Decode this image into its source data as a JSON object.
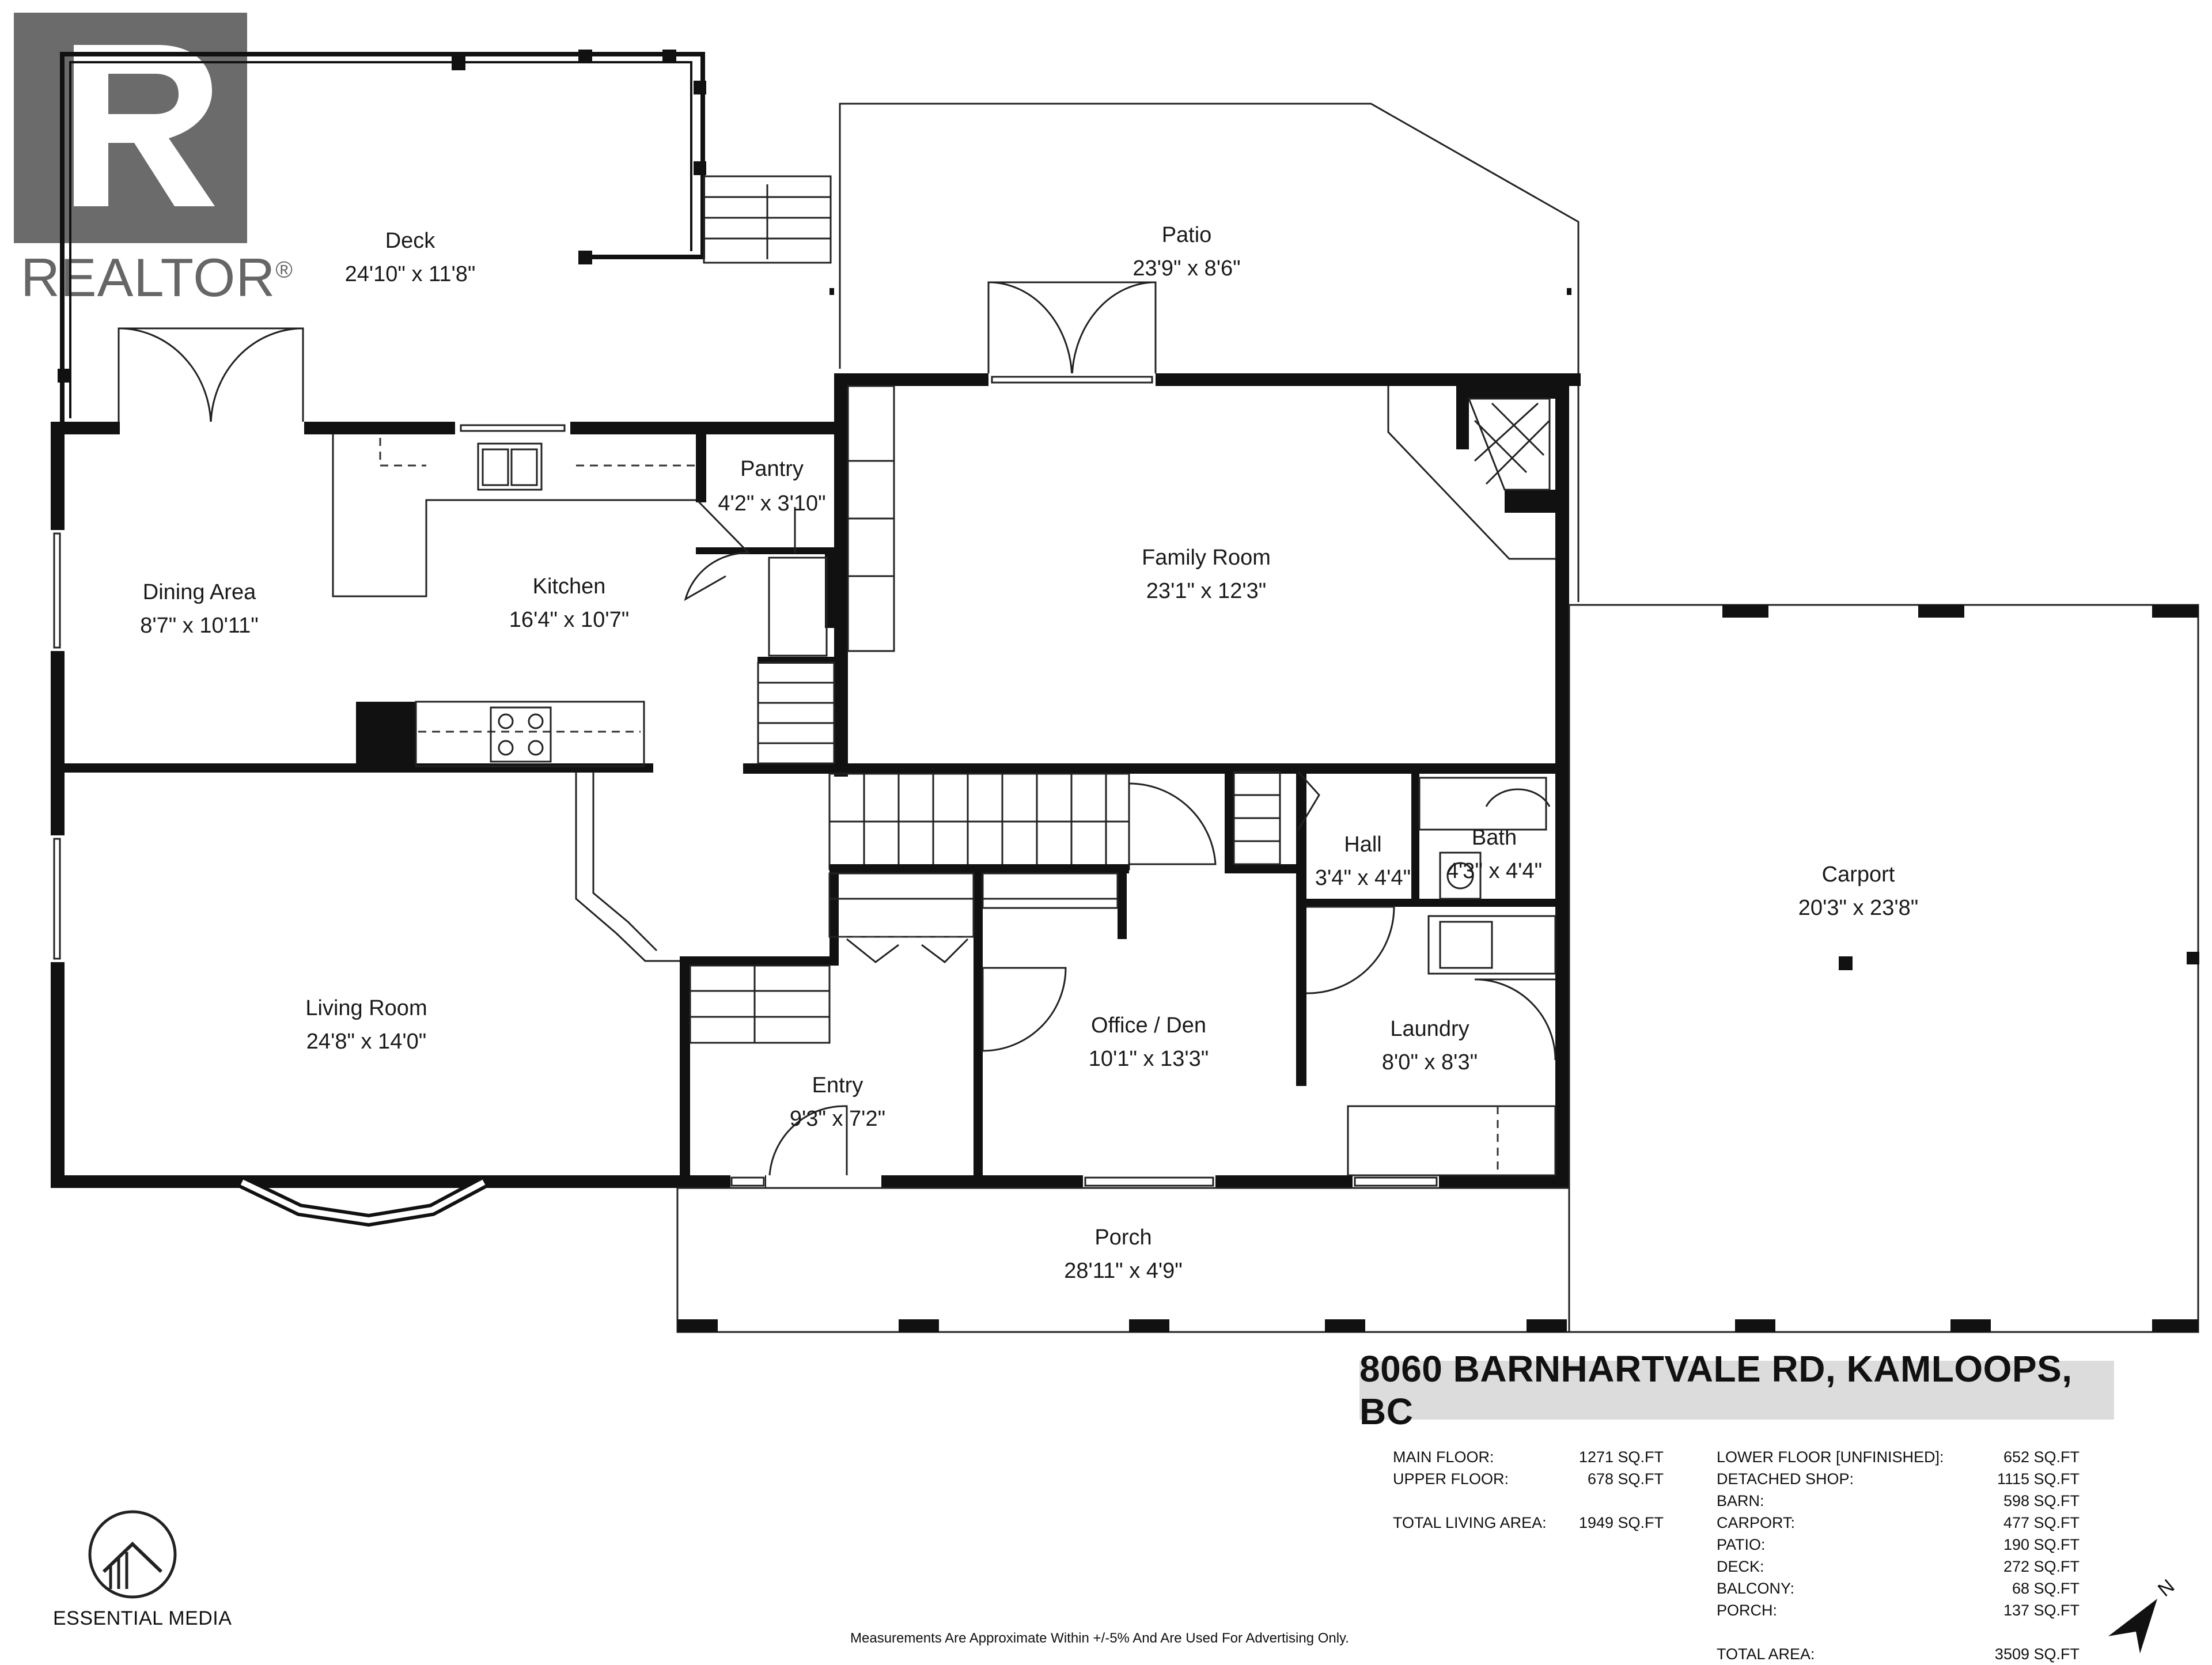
{
  "logo": {
    "brand": "REALTOR",
    "registered": "®",
    "mark": "R"
  },
  "rooms": {
    "deck": {
      "name": "Deck",
      "dims": "24'10\" x 11'8\""
    },
    "patio": {
      "name": "Patio",
      "dims": "23'9\" x 8'6\""
    },
    "pantry": {
      "name": "Pantry",
      "dims": "4'2\" x 3'10\""
    },
    "dining": {
      "name": "Dining Area",
      "dims": "8'7\" x 10'11\""
    },
    "kitchen": {
      "name": "Kitchen",
      "dims": "16'4\" x 10'7\""
    },
    "family": {
      "name": "Family Room",
      "dims": "23'1\" x 12'3\""
    },
    "hall": {
      "name": "Hall",
      "dims": "3'4\" x 4'4\""
    },
    "bath": {
      "name": "Bath",
      "dims": "4'3\" x 4'4\""
    },
    "carport": {
      "name": "Carport",
      "dims": "20'3\" x 23'8\""
    },
    "living": {
      "name": "Living Room",
      "dims": "24'8\" x 14'0\""
    },
    "office": {
      "name": "Office / Den",
      "dims": "10'1\" x 13'3\""
    },
    "laundry": {
      "name": "Laundry",
      "dims": "8'0\" x 8'3\""
    },
    "entry": {
      "name": "Entry",
      "dims": "9'3\" x 7'2\""
    },
    "porch": {
      "name": "Porch",
      "dims": "28'11\" x 4'9\""
    }
  },
  "address": "8060 BARNHARTVALE RD, KAMLOOPS, BC",
  "areas_left": [
    {
      "label": "MAIN FLOOR:",
      "value": "1271 SQ.FT"
    },
    {
      "label": "UPPER FLOOR:",
      "value": "678 SQ.FT"
    },
    {
      "label": "",
      "value": ""
    },
    {
      "label": "TOTAL LIVING AREA:",
      "value": "1949 SQ.FT"
    }
  ],
  "areas_right": [
    {
      "label": "LOWER FLOOR [UNFINISHED]:",
      "value": "652 SQ.FT"
    },
    {
      "label": "DETACHED SHOP:",
      "value": "1115 SQ.FT"
    },
    {
      "label": "BARN:",
      "value": "598 SQ.FT"
    },
    {
      "label": "CARPORT:",
      "value": "477 SQ.FT"
    },
    {
      "label": "PATIO:",
      "value": "190 SQ.FT"
    },
    {
      "label": "DECK:",
      "value": "272 SQ.FT"
    },
    {
      "label": "BALCONY:",
      "value": "68 SQ.FT"
    },
    {
      "label": "PORCH:",
      "value": "137 SQ.FT"
    },
    {
      "label": "",
      "value": ""
    },
    {
      "label": "TOTAL AREA:",
      "value": "3509 SQ.FT"
    }
  ],
  "disclaimer": "Measurements Are Approximate Within +/-5% And Are Used For Advertising Only.",
  "photographer": "ESSENTIAL MEDIA",
  "compass": {
    "label": "N"
  }
}
